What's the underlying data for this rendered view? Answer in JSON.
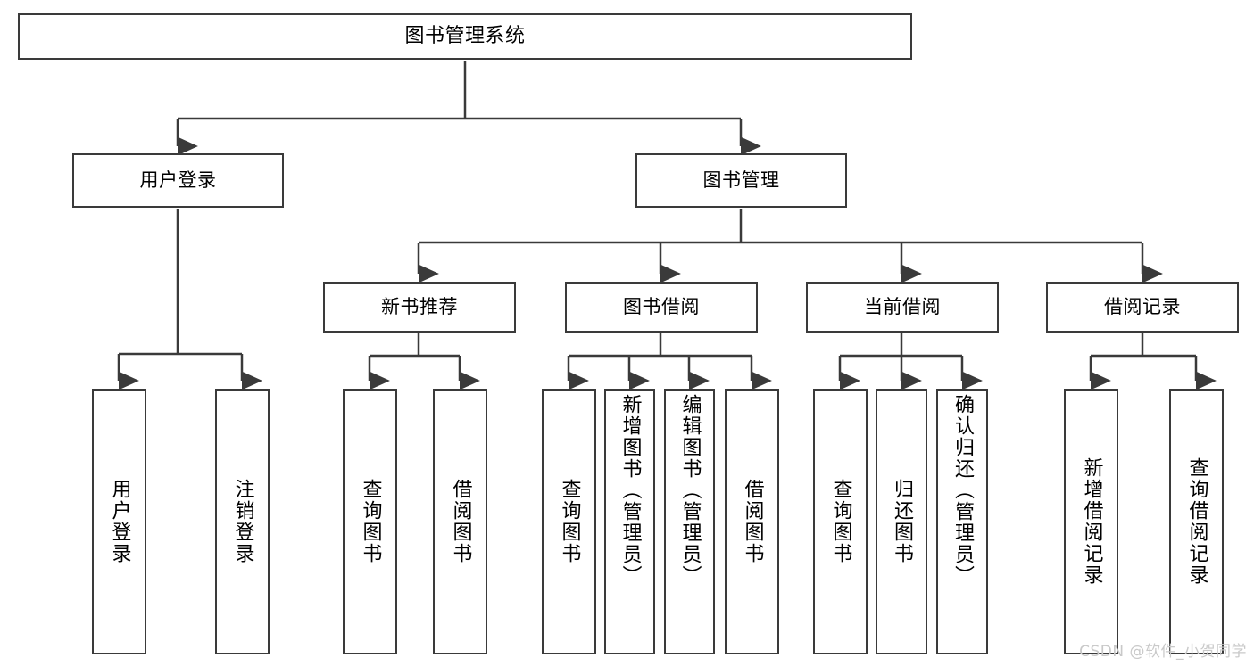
{
  "diagram": {
    "title": "图书管理系统",
    "type": "tree-hierarchy",
    "watermark": "CSDN @软件_小贺同学",
    "colors": {
      "background": "#ffffff",
      "box_border": "#3a3a3a",
      "box_fill": "#ffffff",
      "text": "#000000",
      "connector": "#3a3a3a",
      "watermark": "#c9c9c9"
    }
  },
  "nodes": {
    "root": {
      "label": "图书管理系统",
      "level": 1
    },
    "level2": [
      {
        "id": "user-login",
        "label": "用户登录"
      },
      {
        "id": "book-manage",
        "label": "图书管理"
      }
    ],
    "level3": [
      {
        "id": "new-book-recommend",
        "label": "新书推荐",
        "parent": "book-manage"
      },
      {
        "id": "book-borrow",
        "label": "图书借阅",
        "parent": "book-manage"
      },
      {
        "id": "current-borrow",
        "label": "当前借阅",
        "parent": "book-manage"
      },
      {
        "id": "borrow-record",
        "label": "借阅记录",
        "parent": "book-manage"
      }
    ],
    "leaves": {
      "user-login": [
        {
          "id": "leaf-user-login",
          "label": "用户登录"
        },
        {
          "id": "leaf-logout-login",
          "label": "注销登录"
        }
      ],
      "new-book-recommend": [
        {
          "id": "leaf-query-book-1",
          "label": "查询图书"
        },
        {
          "id": "leaf-borrow-book-1",
          "label": "借阅图书"
        }
      ],
      "book-borrow": [
        {
          "id": "leaf-query-book-2",
          "label": "查询图书"
        },
        {
          "id": "leaf-add-book",
          "label": "新增图书（管理员）"
        },
        {
          "id": "leaf-edit-book",
          "label": "编辑图书（管理员）"
        },
        {
          "id": "leaf-borrow-book-2",
          "label": "借阅图书"
        }
      ],
      "current-borrow": [
        {
          "id": "leaf-query-book-3",
          "label": "查询图书"
        },
        {
          "id": "leaf-return-book",
          "label": "归还图书"
        },
        {
          "id": "leaf-confirm-return",
          "label": "确认归还（管理员）"
        }
      ],
      "borrow-record": [
        {
          "id": "leaf-add-record",
          "label": "新增借阅记录"
        },
        {
          "id": "leaf-query-record",
          "label": "查询借阅记录"
        }
      ]
    }
  },
  "chart_data": {
    "type": "table",
    "title": "图书管理系统 功能结构图",
    "hierarchy": [
      {
        "label": "图书管理系统",
        "children": [
          {
            "label": "用户登录",
            "children": [
              {
                "label": "用户登录"
              },
              {
                "label": "注销登录"
              }
            ]
          },
          {
            "label": "图书管理",
            "children": [
              {
                "label": "新书推荐",
                "children": [
                  {
                    "label": "查询图书"
                  },
                  {
                    "label": "借阅图书"
                  }
                ]
              },
              {
                "label": "图书借阅",
                "children": [
                  {
                    "label": "查询图书"
                  },
                  {
                    "label": "新增图书（管理员）"
                  },
                  {
                    "label": "编辑图书（管理员）"
                  },
                  {
                    "label": "借阅图书"
                  }
                ]
              },
              {
                "label": "当前借阅",
                "children": [
                  {
                    "label": "查询图书"
                  },
                  {
                    "label": "归还图书"
                  },
                  {
                    "label": "确认归还（管理员）"
                  }
                ]
              },
              {
                "label": "借阅记录",
                "children": [
                  {
                    "label": "新增借阅记录"
                  },
                  {
                    "label": "查询借阅记录"
                  }
                ]
              }
            ]
          }
        ]
      }
    ]
  }
}
